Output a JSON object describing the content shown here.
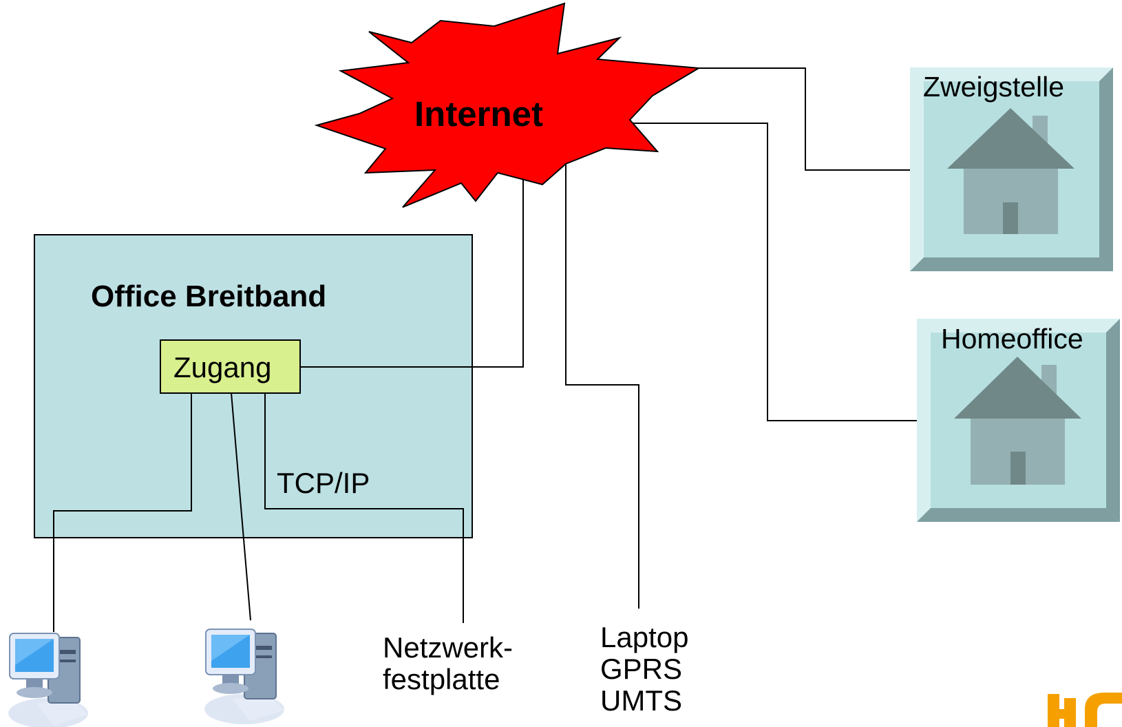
{
  "internet": {
    "label": "Internet"
  },
  "office": {
    "title": "Office Breitband",
    "access_label": "Zugang",
    "protocol_label": "TCP/IP"
  },
  "branches": [
    {
      "id": "zweigstelle",
      "label": "Zweigstelle"
    },
    {
      "id": "homeoffice",
      "label": "Homeoffice"
    }
  ],
  "devices": {
    "nas_label": "Netzwerk-\nfestplatte",
    "laptop_label": "Laptop\nGPRS\nUMTS"
  },
  "icons": {
    "workstation_1": "desktop-computer-icon",
    "workstation_2": "desktop-computer-icon",
    "branch_house": "house-icon",
    "logo": "brand-logo"
  },
  "colors": {
    "internet_fill": "#ff0000",
    "office_fill": "#bde0e3",
    "access_fill": "#d9f08e",
    "house_panel": "#b7dfe0",
    "house_roof": "#708887",
    "house_body": "#94b0b2",
    "logo": "#f5a000"
  }
}
